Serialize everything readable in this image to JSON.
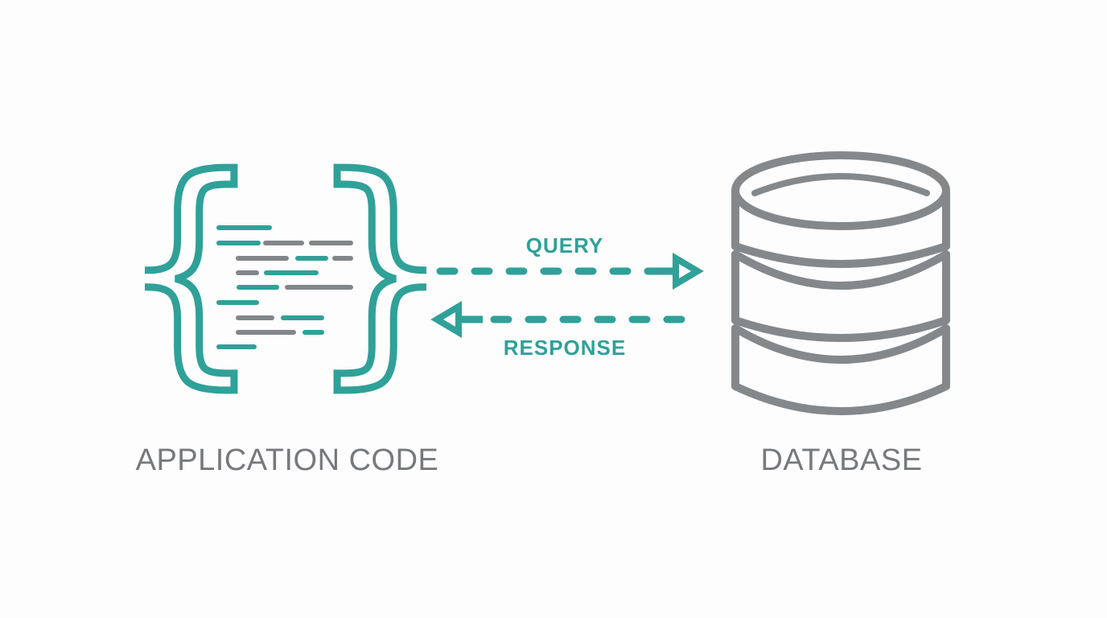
{
  "colors": {
    "teal": "#2FA198",
    "code_gray": "#828589",
    "db_gray": "#85888B",
    "label_gray": "#77797C",
    "background": "#FDFDFD"
  },
  "left_entity": {
    "label": "APPLICATION CODE",
    "icon": "code-braces-icon",
    "glyphs": {
      "left_brace": "{",
      "right_brace": "}"
    }
  },
  "right_entity": {
    "label": "DATABASE",
    "icon": "database-icon"
  },
  "flows": {
    "query": {
      "label": "QUERY",
      "direction": "left-to-right"
    },
    "response": {
      "label": "RESPONSE",
      "direction": "right-to-left"
    }
  }
}
